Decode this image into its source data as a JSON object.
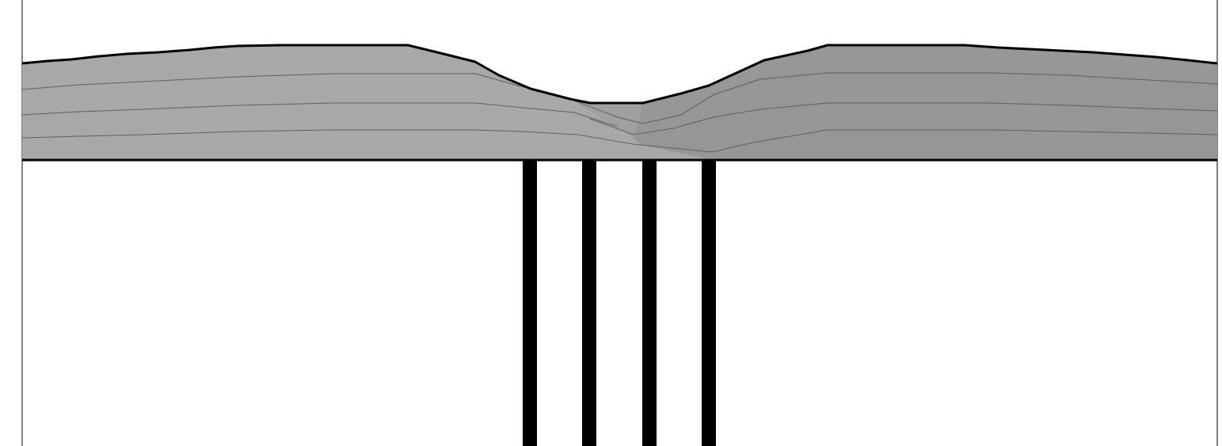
{
  "diagram": {
    "kind": "cross-section",
    "colors": {
      "background": "#ffffff",
      "layer_left": "#a8a8a8",
      "layer_right": "#979797",
      "layer_middle": "#9f9f9f",
      "outline": "#000000",
      "bedding_line": "#5f5f5f",
      "pillar": "#000000",
      "frame_line": "#000000"
    },
    "layer_count": 4,
    "pillar_count": 4
  }
}
